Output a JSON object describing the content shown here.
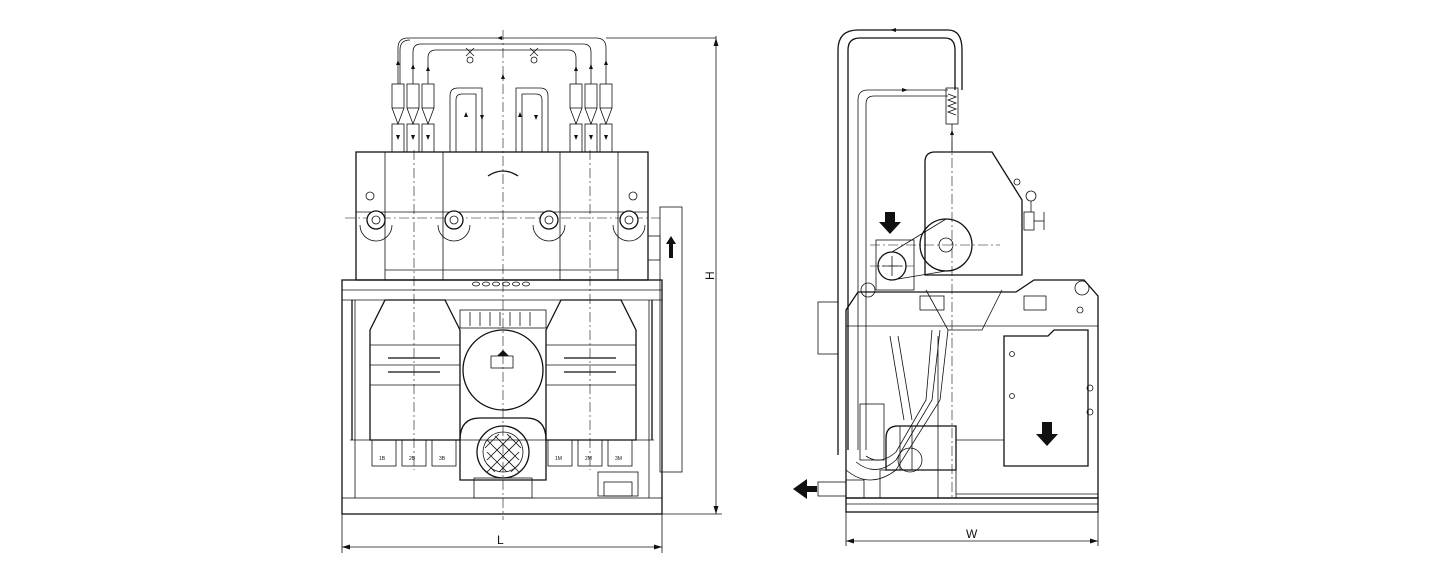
{
  "front_view": {
    "dimension_width_label": "L",
    "dimension_height_label": "H",
    "port_labels": [
      "1B",
      "2B",
      "3B",
      "1M",
      "2M",
      "3M"
    ]
  },
  "side_view": {
    "dimension_width_label": "W"
  }
}
